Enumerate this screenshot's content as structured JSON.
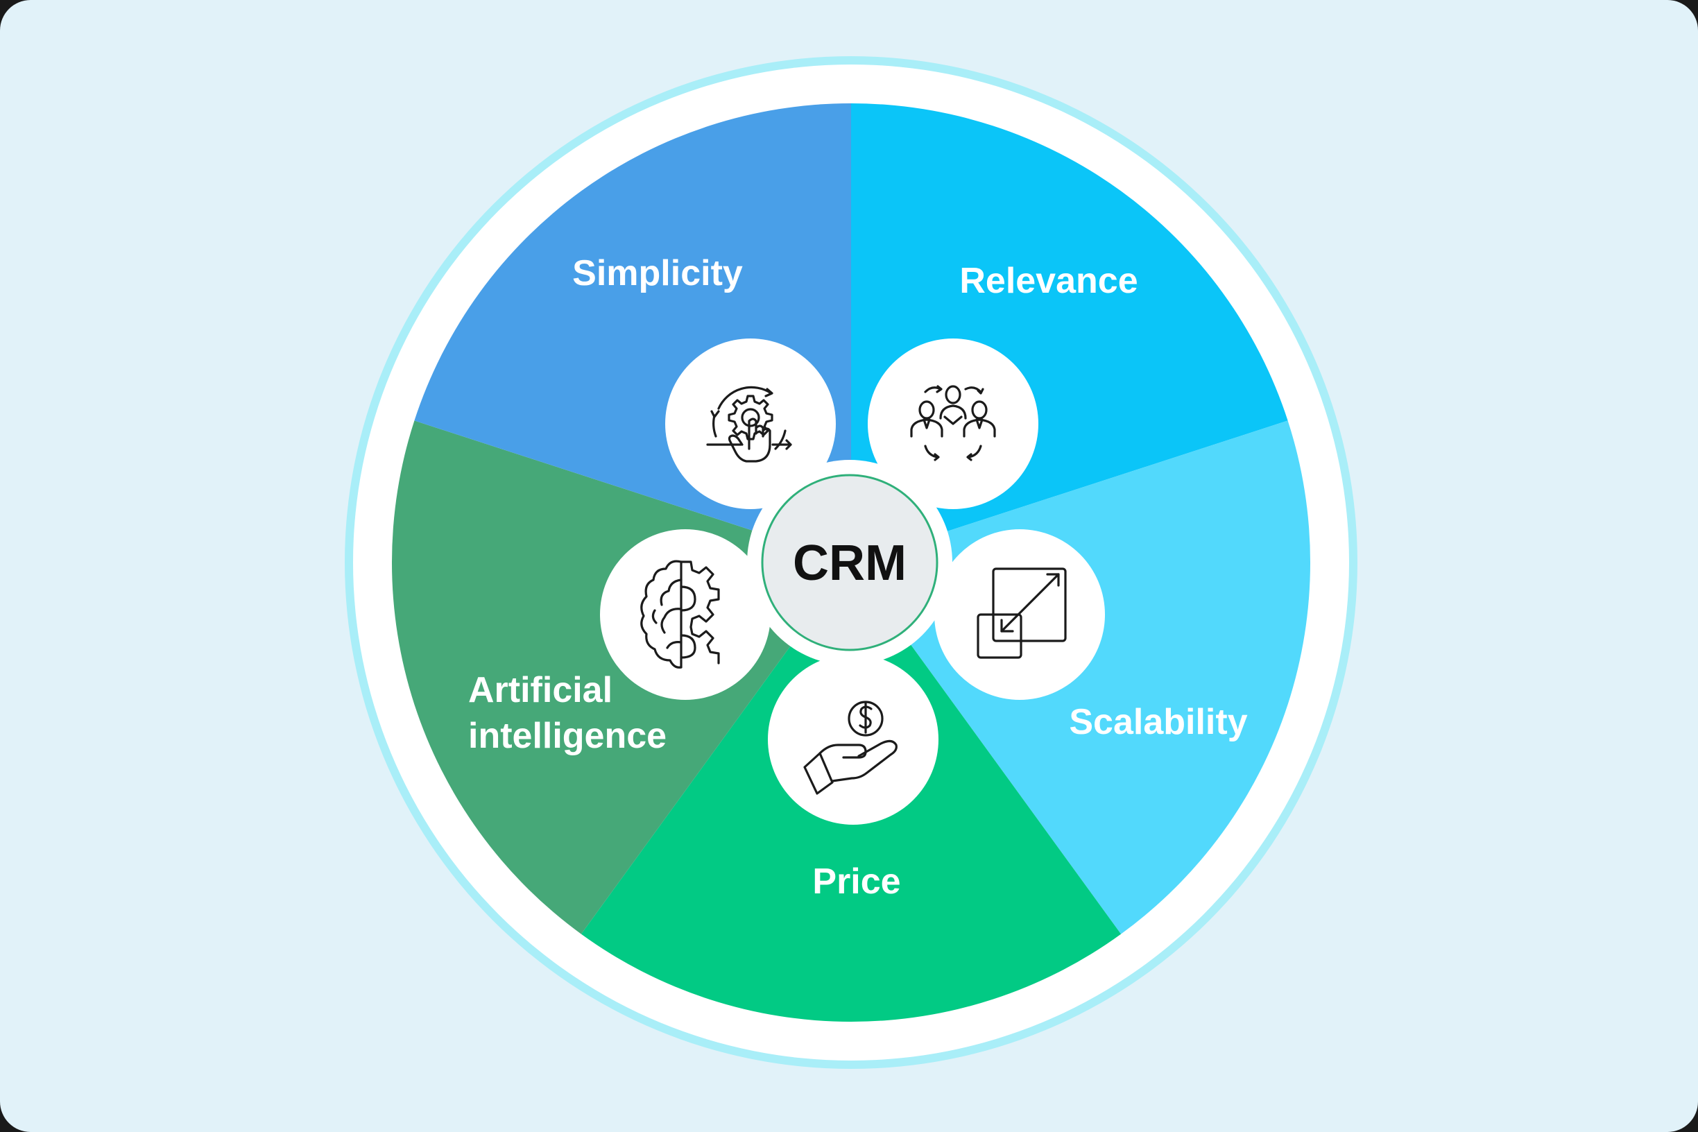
{
  "center": {
    "label": "CRM"
  },
  "segments": [
    {
      "label_lines": [
        "Relevance"
      ],
      "color": "#0BC5F8",
      "icon": "team-collaboration-icon"
    },
    {
      "label_lines": [
        "Scalability"
      ],
      "color": "#52D9FC",
      "icon": "resize-scale-icon"
    },
    {
      "label_lines": [
        "Price"
      ],
      "color": "#02CA84",
      "icon": "hand-money-icon"
    },
    {
      "label_lines": [
        "Artificial",
        "intelligence"
      ],
      "color": "#46A878",
      "icon": "brain-gear-icon"
    },
    {
      "label_lines": [
        "Simplicity"
      ],
      "color": "#499FE8",
      "icon": "gear-touch-icon"
    }
  ],
  "colors": {
    "background": "#E1F2F9",
    "outer_ring": "#A9EEF8",
    "white_ring": "#FFFFFF",
    "center_fill": "#E8ECEE",
    "center_border": "#2FB07A"
  }
}
